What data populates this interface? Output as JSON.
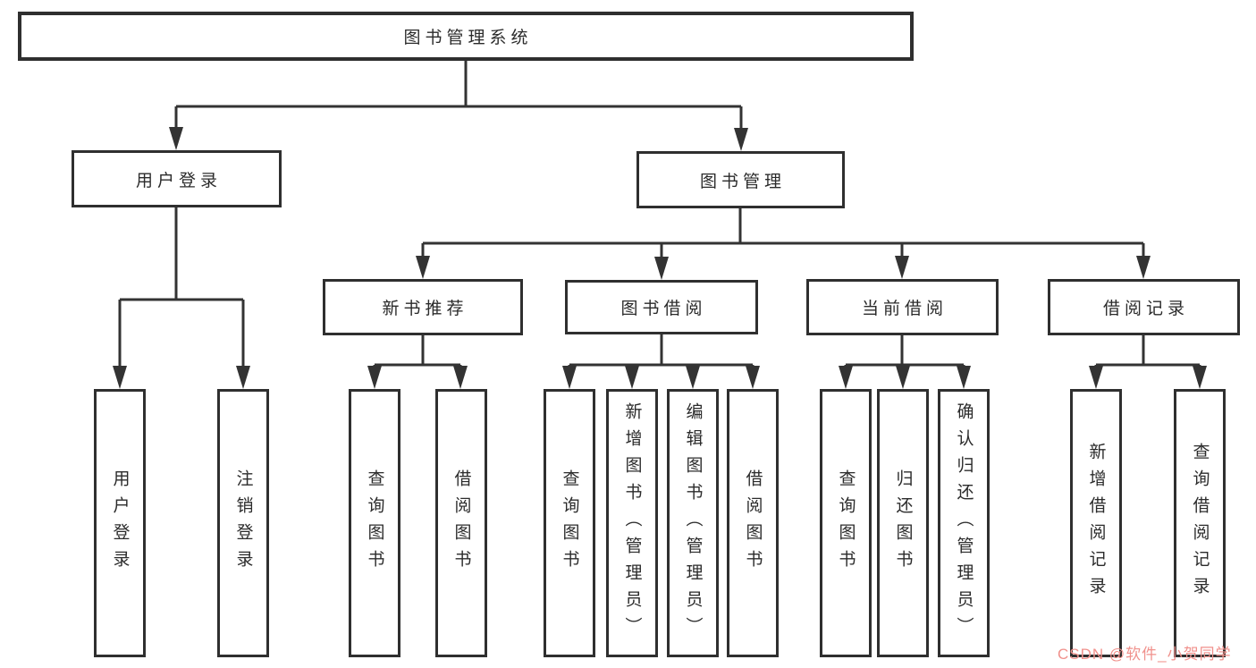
{
  "diagram": {
    "type": "hierarchy-tree",
    "colors": {
      "line": "#333333",
      "box_border": "#2f2f2f",
      "text": "#2b2b2b",
      "background": "#ffffff",
      "watermark": "#f0918c"
    },
    "tree": {
      "root": {
        "label": "图书管理系统"
      },
      "level2": [
        {
          "id": "user-login",
          "label": "用户登录"
        },
        {
          "id": "book-management",
          "label": "图书管理"
        }
      ],
      "level3": [
        {
          "id": "new-book-recommend",
          "label": "新书推荐",
          "parent": "book-management"
        },
        {
          "id": "book-borrow",
          "label": "图书借阅",
          "parent": "book-management"
        },
        {
          "id": "current-borrow",
          "label": "当前借阅",
          "parent": "book-management"
        },
        {
          "id": "borrow-records",
          "label": "借阅记录",
          "parent": "book-management"
        }
      ],
      "leaves": [
        {
          "parent": "user-login",
          "label": "用户登录"
        },
        {
          "parent": "user-login",
          "label": "注销登录"
        },
        {
          "parent": "new-book-recommend",
          "label": "查询图书"
        },
        {
          "parent": "new-book-recommend",
          "label": "借阅图书"
        },
        {
          "parent": "book-borrow",
          "label": "查询图书"
        },
        {
          "parent": "book-borrow",
          "label": "新增图书（管理员）"
        },
        {
          "parent": "book-borrow",
          "label": "编辑图书（管理员）"
        },
        {
          "parent": "book-borrow",
          "label": "借阅图书"
        },
        {
          "parent": "current-borrow",
          "label": "查询图书"
        },
        {
          "parent": "current-borrow",
          "label": "归还图书"
        },
        {
          "parent": "current-borrow",
          "label": "确认归还（管理员）"
        },
        {
          "parent": "borrow-records",
          "label": "新增借阅记录"
        },
        {
          "parent": "borrow-records",
          "label": "查询借阅记录"
        }
      ]
    }
  },
  "watermark": {
    "text": "CSDN @软件_小贺同学"
  }
}
